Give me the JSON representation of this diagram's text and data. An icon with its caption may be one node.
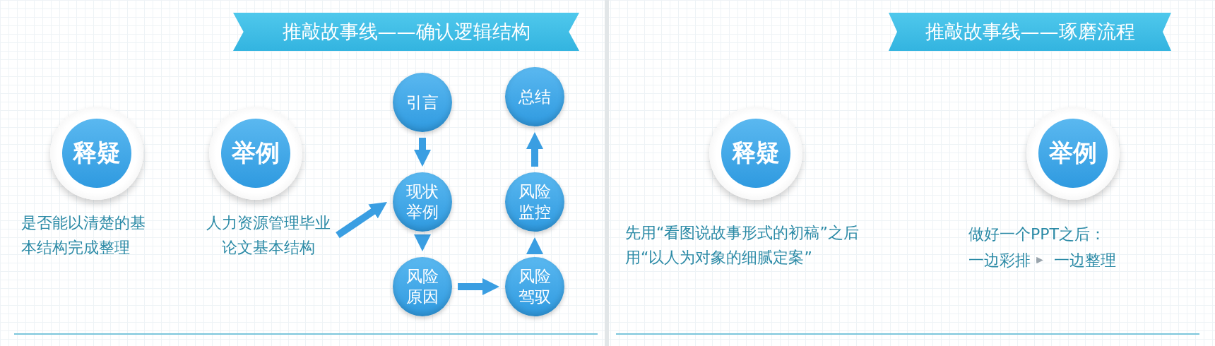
{
  "diagram": {
    "nodes": [
      {
        "text": [
          "推敲故事线——确认逻辑结构"
        ]
      },
      {
        "text": [
          "释疑"
        ],
        "beside": [
          "是否能以清楚的基本结构完成整理"
        ]
      },
      {
        "text": [
          "举例"
        ]
      },
      {
        "text": [
          "人力资源管理毕业论文基本结构"
        ]
      },
      {
        "text": [
          "引言"
        ]
      },
      {
        "text": [
          "现状举例"
        ]
      },
      {
        "text": [
          "风险原因"
        ]
      },
      {
        "text": [
          "风险驾驭"
        ]
      },
      {
        "text": [
          "风险监控"
        ]
      },
      {
        "text": [
          "总结"
        ]
      },
      {
        "text": [
          "推敲故事线——琢磨流程"
        ]
      },
      {
        "text": [
          "释疑"
        ],
        "beside": [
          "先用“看图说故事形式的初稿”之后用“以人为对象的细腻定案”"
        ]
      },
      {
        "text": [
          "举例"
        ]
      },
      {
        "text": [
          "一边彩排"
        ]
      },
      {
        "text": [
          "一边整理"
        ]
      }
    ],
    "edges": [
      {
        "from": 3,
        "to": 5,
        "arrow": "to"
      },
      {
        "from": 4,
        "to": 5,
        "arrow": "to"
      },
      {
        "from": 5,
        "to": 6,
        "arrow": "to"
      },
      {
        "from": 6,
        "to": 7,
        "arrow": "to"
      },
      {
        "from": 7,
        "to": 8,
        "arrow": "to"
      },
      {
        "from": 8,
        "to": 9,
        "arrow": "to"
      },
      {
        "from": 13,
        "to": 14,
        "arrow": "to",
        "color": "#9aa5ad"
      }
    ],
    "labels": [
      "做好一个PPT之后："
    ]
  }
}
